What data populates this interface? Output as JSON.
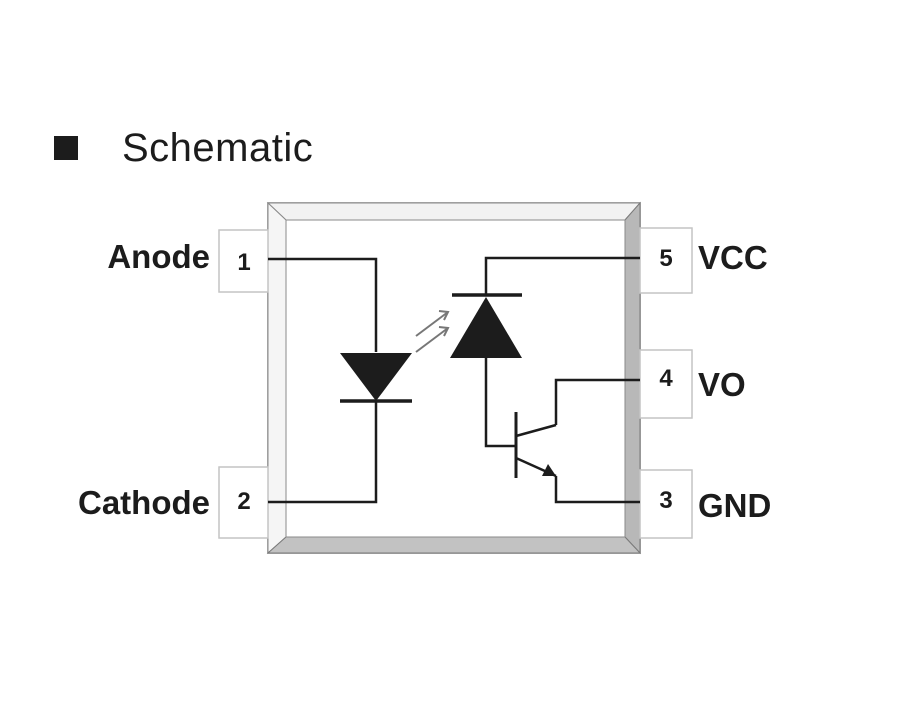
{
  "title": "Schematic",
  "icons": {
    "bullet": "square-bullet-icon"
  },
  "colors": {
    "ink": "#1c1c1c",
    "body_fill": "#ffffff",
    "bevel_light": "#ededed",
    "bevel_dark": "#b5b5b5"
  },
  "pins": [
    {
      "number": "1",
      "name": "Anode"
    },
    {
      "number": "2",
      "name": "Cathode"
    },
    {
      "number": "5",
      "name": "VCC"
    },
    {
      "number": "4",
      "name": "VO"
    },
    {
      "number": "3",
      "name": "GND"
    }
  ]
}
